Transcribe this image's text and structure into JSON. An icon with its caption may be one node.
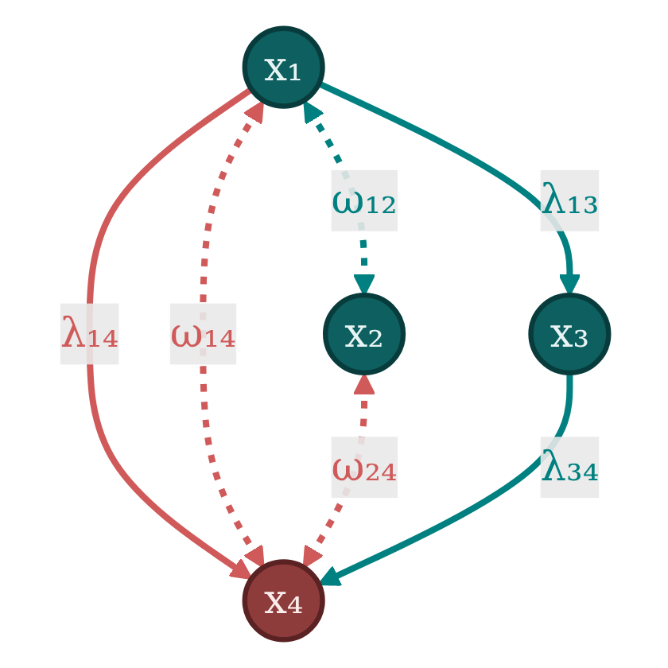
{
  "diagram": {
    "nodes": [
      {
        "text": [
          "x₁"
        ]
      },
      {
        "text": [
          "x₂"
        ]
      },
      {
        "text": [
          "x₃"
        ]
      },
      {
        "text": [
          "x₄"
        ]
      }
    ],
    "edges": [
      {
        "from": 0,
        "to": 1,
        "arrow": "both",
        "label": "ω₁₂",
        "style": "dashed",
        "color": "#008080"
      },
      {
        "from": 0,
        "to": 2,
        "arrow": "to",
        "label": "λ₁₃",
        "color": "#008080"
      },
      {
        "from": 0,
        "to": 3,
        "arrow": "to",
        "label": "λ₁₄",
        "color": "#d05a5a"
      },
      {
        "from": 0,
        "to": 3,
        "arrow": "both",
        "label": "ω₁₄",
        "style": "dashed",
        "color": "#d05a5a"
      },
      {
        "from": 1,
        "to": 3,
        "arrow": "both",
        "label": "ω₂₄",
        "style": "dashed",
        "color": "#d05a5a"
      },
      {
        "from": 2,
        "to": 3,
        "arrow": "to",
        "label": "λ₃₄",
        "color": "#008080"
      }
    ]
  }
}
